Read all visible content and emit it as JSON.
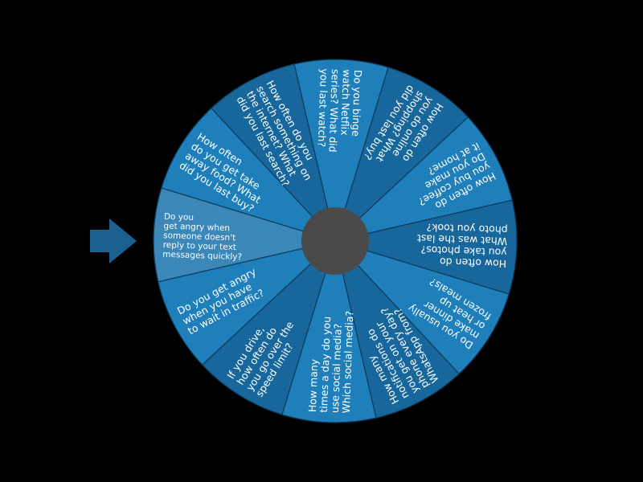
{
  "wheel": {
    "colors": {
      "background": "#000000",
      "segment_dark": "#17679c",
      "segment_light": "#1e7fbb",
      "segment_selected": "#3a87b8",
      "outline": "#0c3b5c",
      "hub": "#4a4a4a",
      "pointer": "#1b5f8e",
      "label": "#ffffff"
    },
    "pointer_icon": "arrow-right-icon",
    "selected_index": 0,
    "segments": [
      {
        "text": "Do you get angry when someone doesn't reply to your text messages quickly?",
        "lines": [
          "Do you",
          "get angry when",
          "someone doesn't",
          "reply to your text",
          "messages quickly?"
        ]
      },
      {
        "text": "How often do you get take away food? What did you last buy?",
        "lines": [
          "How often",
          "do you get take",
          "away food? What",
          "did you last buy?"
        ]
      },
      {
        "text": "How often do you search something on the internet? What did you last search?",
        "lines": [
          "How often do you",
          "search something on",
          "the internet? What",
          "did you last search?"
        ]
      },
      {
        "text": "Do you binge watch Netflix series? What did you last watch?",
        "lines": [
          "Do you binge",
          "watch Netflix",
          "series? What did",
          "you last watch?"
        ]
      },
      {
        "text": "How often do you do online shopping? What did you last buy?",
        "lines": [
          "How often do",
          "you do online",
          "shopping? What",
          "did you last buy?"
        ]
      },
      {
        "text": "How often do you buy coffee? Do you make it at home?",
        "lines": [
          "How often do",
          "you buy coffee?",
          "Do you make",
          "it at home?"
        ]
      },
      {
        "text": "How often do you take photos? What was the last photo you took?",
        "lines": [
          "How often do",
          "you take photos?",
          "What was the last",
          "photo you took?"
        ]
      },
      {
        "text": "Do you usually make dinner or heat up frozen meals?",
        "lines": [
          "Do you usually",
          "make dinner",
          "or heat up",
          "frozen meals?"
        ]
      },
      {
        "text": "How many notifications do you get on your phone every day? WhatsApp from?",
        "lines": [
          "How many",
          "notifications do",
          "you get on your",
          "phone every day?",
          "WhatsApp from?"
        ]
      },
      {
        "text": "How many times a day do you use social media? Which social media?",
        "lines": [
          "How many",
          "times a day do you",
          "use social media?",
          "Which social media?"
        ]
      },
      {
        "text": "If you drive, how often do you go over the speed limit?",
        "lines": [
          "If you drive,",
          "how often do",
          "you go over the",
          "speed limit?"
        ]
      },
      {
        "text": "Do you get angry when you have to wait in traffic?",
        "lines": [
          "Do you get angry",
          "when you have",
          "to wait in traffic?"
        ]
      }
    ]
  }
}
